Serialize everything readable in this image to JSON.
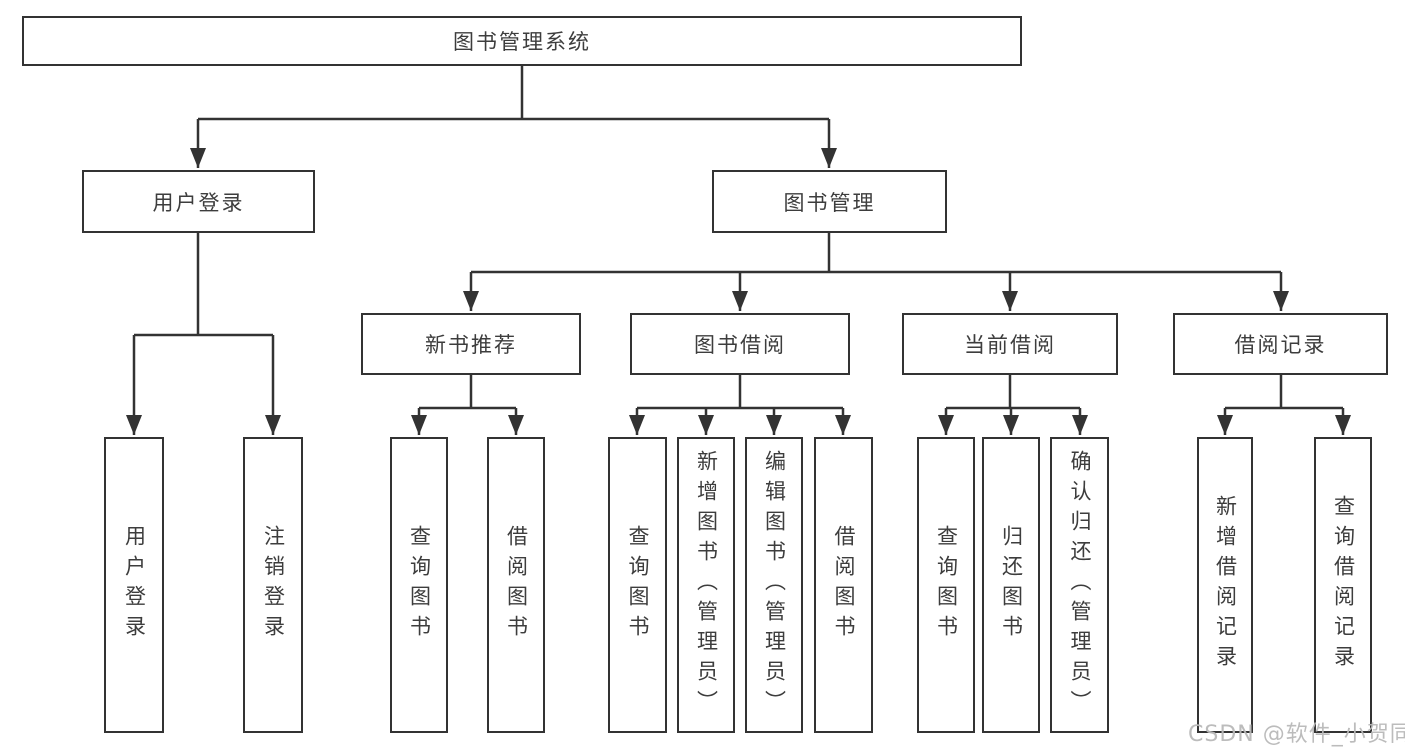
{
  "tree": {
    "root": "图书管理系统",
    "branches": [
      {
        "label": "用户登录",
        "children": [
          "用户登录",
          "注销登录"
        ]
      },
      {
        "label": "图书管理",
        "groups": [
          {
            "label": "新书推荐",
            "children": [
              "查询图书",
              "借阅图书"
            ]
          },
          {
            "label": "图书借阅",
            "children": [
              "查询图书",
              "新增图书（管理员）",
              "编辑图书（管理员）",
              "借阅图书"
            ]
          },
          {
            "label": "当前借阅",
            "children": [
              "查询图书",
              "归还图书",
              "确认归还（管理员）"
            ]
          },
          {
            "label": "借阅记录",
            "children": [
              "新增借阅记录",
              "查询借阅记录"
            ]
          }
        ]
      }
    ]
  },
  "watermark": {
    "text": "CSDN @软件_小贺同学"
  },
  "colors": {
    "line": "#333333",
    "box_border": "#333333",
    "text": "#3d3d3d",
    "watermark": "#b8b8b8",
    "background": "#ffffff"
  }
}
